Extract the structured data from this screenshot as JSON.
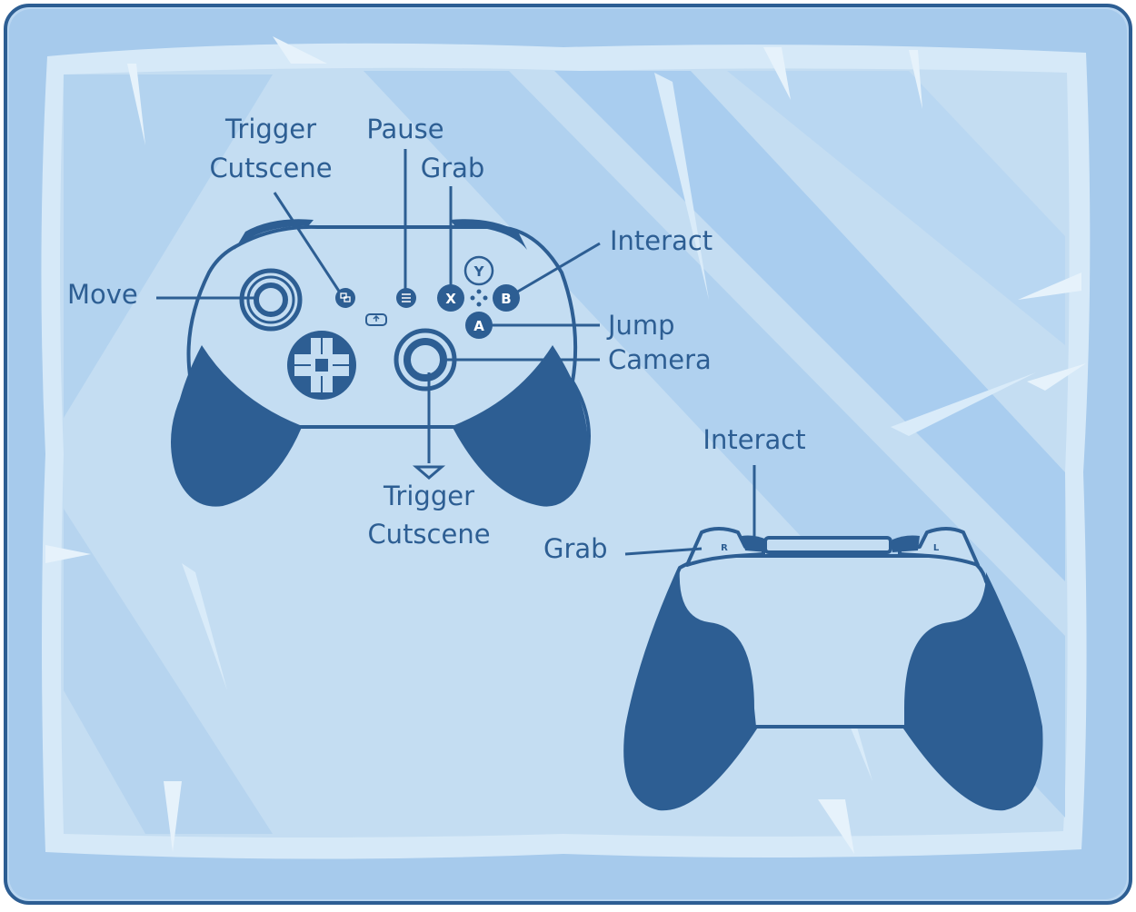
{
  "front_labels": {
    "trigger_cutscene_top_line1": "Trigger",
    "trigger_cutscene_top_line2": "Cutscene",
    "pause": "Pause",
    "grab": "Grab",
    "interact": "Interact",
    "move": "Move",
    "jump": "Jump",
    "camera": "Camera",
    "trigger_cutscene_bottom_line1": "Trigger",
    "trigger_cutscene_bottom_line2": "Cutscene"
  },
  "face_buttons": {
    "y": "Y",
    "x": "X",
    "b": "B",
    "a": "A"
  },
  "back_labels": {
    "interact": "Interact",
    "grab": "Grab"
  },
  "bumpers": {
    "right": "R",
    "left": "L"
  },
  "colors": {
    "controller": "#2d5e93",
    "ice_light": "#c4ddf2",
    "ice_mid": "#a9cdef",
    "ice_frame": "#d9ebf9",
    "outline": "#2d5e93"
  }
}
